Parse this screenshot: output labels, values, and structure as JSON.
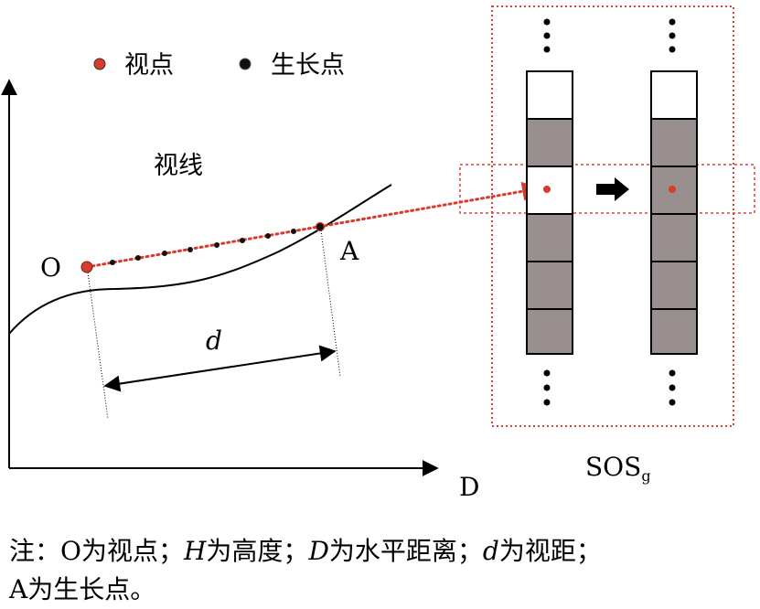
{
  "legend": {
    "viewpoint_label": "视点",
    "growth_point_label": "生长点",
    "viewpoint_color": "#d93a2b",
    "growth_point_color": "#111111"
  },
  "labels": {
    "sight_line": "视线",
    "origin": "O",
    "point_a": "A",
    "distance": "d",
    "d_axis": "D",
    "sos_main": "SOS",
    "sos_sub": "g"
  },
  "note": {
    "lead": "注：",
    "o": "O",
    "o_text": "为视点；",
    "h": "H",
    "h_text": "为高度；",
    "d_cap": "D",
    "d_cap_text": "为水平距离；",
    "d_small": "d",
    "d_small_text": "为视距；",
    "a": "A",
    "a_text": "为生长点。"
  },
  "colors": {
    "cell_fill": "#9a8f8f",
    "cell_empty": "#ffffff",
    "dotted_red": "#d93a2b",
    "frame_red": "#e0403a"
  }
}
